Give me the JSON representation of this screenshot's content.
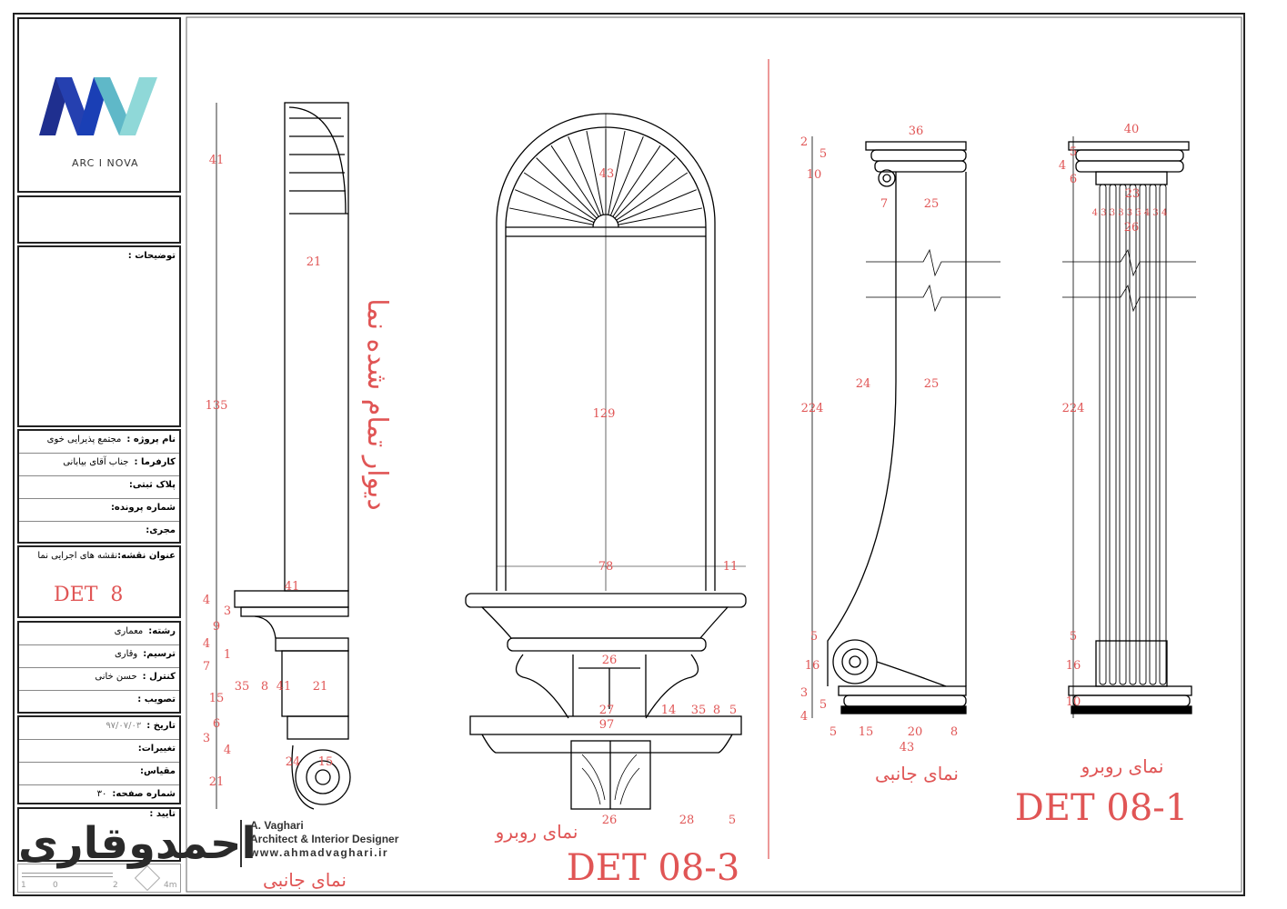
{
  "title_block": {
    "logo_caption": "ARC I NOVA",
    "notes_label": "توضیحات :",
    "project_rows": [
      {
        "label": "نام پروژه :",
        "value": "مجتمع پذیرایی خوی"
      },
      {
        "label": "کارفرما :",
        "value": "جناب آقای بیابانی"
      },
      {
        "label": "پلاک ثبتی:",
        "value": ""
      },
      {
        "label": "شماره پرونده:",
        "value": ""
      },
      {
        "label": "مجری:",
        "value": ""
      }
    ],
    "drawing_title_label": "عنوان نقشه:",
    "drawing_title_value": "نقشه های اجرایی نما",
    "drawing_code": "DET  8",
    "staff_rows": [
      {
        "label": "رشته:",
        "value": "معماری"
      },
      {
        "label": "ترسیم:",
        "value": "وقاری"
      },
      {
        "label": "کنترل :",
        "value": "حسن خانی"
      },
      {
        "label": "تصویب :",
        "value": ""
      }
    ],
    "date_rows": [
      {
        "label": "تاریخ :",
        "value": "۹۷/۰۷/۰۳"
      },
      {
        "label": "تغییرات:",
        "value": ""
      },
      {
        "label": "مقیاس:",
        "value": ""
      },
      {
        "label": "شماره صفحه:",
        "value": "۳۰"
      }
    ],
    "approval_label": "تایید :",
    "scale_bar": [
      "1",
      "0",
      "2",
      "4m"
    ]
  },
  "watermark": {
    "logo_text": "احمدوقاری",
    "name": "A. Vaghari",
    "role": "Architect & Interior Designer",
    "website": "www.ahmadvaghari.ir"
  },
  "det8_side": {
    "wall_note": "دیوار تمام شده نما",
    "title": "نمای جانبی",
    "dims": [
      "41",
      "21",
      "135",
      "41",
      "4",
      "3",
      "9",
      "4",
      "1",
      "7",
      "35",
      "8",
      "41",
      "21",
      "15",
      "6",
      "3",
      "4",
      "24",
      "15",
      "21"
    ]
  },
  "det08_3": {
    "title": "نمای روبرو",
    "code": "DET  08-3",
    "dims": [
      "43",
      "129",
      "78",
      "11",
      "26",
      "27",
      "14",
      "35",
      "8",
      "5",
      "97",
      "26",
      "28",
      "5"
    ]
  },
  "det08_1": {
    "side_title": "نمای جانبی",
    "front_title": "نمای روبرو",
    "code": "DET  08-1",
    "side_dims": [
      "36",
      "2",
      "5",
      "10",
      "7",
      "25",
      "224",
      "24",
      "25",
      "5",
      "16",
      "3",
      "5",
      "4",
      "5",
      "15",
      "20",
      "8",
      "43"
    ],
    "front_dims": [
      "40",
      "5",
      "4",
      "6",
      "23",
      "4 3 3 3 3 3 4 3 4",
      "26",
      "224",
      "5",
      "16",
      "10"
    ]
  },
  "colors": {
    "dimension": "#e05555",
    "line": "#000000",
    "logo_dark": "#1f2f8f",
    "logo_light": "#8fd8d8"
  }
}
